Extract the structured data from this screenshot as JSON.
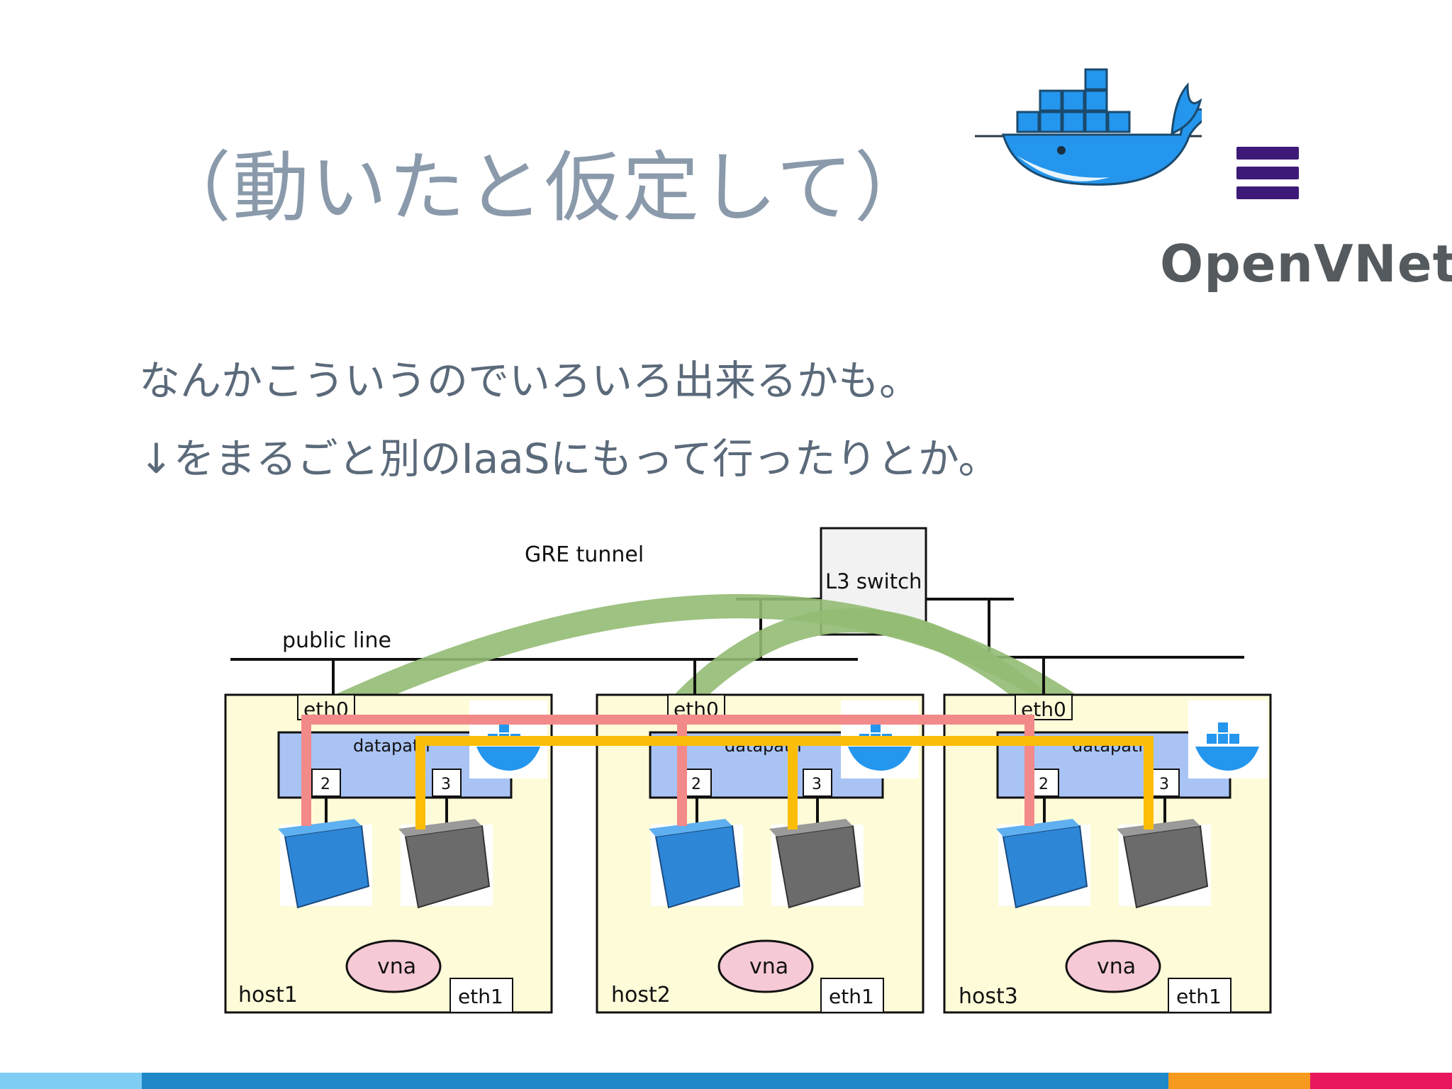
{
  "slide": {
    "title": "（動いたと仮定して）",
    "lines": [
      "なんかこういうのでいろいろ出来るかも。",
      "↓をまるごと別のIaaSにもって行ったりとか。"
    ]
  },
  "logos": {
    "docker_icon": "docker-whale-icon",
    "openvnet_icon": "openvnet-stack-icon",
    "openvnet_text": "OpenVNet"
  },
  "diagram": {
    "gre_label": "GRE tunnel",
    "public_line_label": "public line",
    "l3_switch_label": "L3 switch",
    "hosts": [
      {
        "name": "host1",
        "eth0": "eth0",
        "eth1": "eth1",
        "datapath": "datapath",
        "port_a": "2",
        "port_b": "3",
        "vna": "vna"
      },
      {
        "name": "host2",
        "eth0": "eth0",
        "eth1": "eth1",
        "datapath": "datapath",
        "port_a": "2",
        "port_b": "3",
        "vna": "vna"
      },
      {
        "name": "host3",
        "eth0": "eth0",
        "eth1": "eth1",
        "datapath": "datapath",
        "port_a": "2",
        "port_b": "3",
        "vna": "vna"
      }
    ]
  },
  "colors": {
    "title": "#8a9aab",
    "body_text": "#5b6a7a",
    "host_fill": "#fefbd8",
    "datapath_fill": "#a9c3f5",
    "gre_tunnel": "#93bb73",
    "pink_link": "#f28a8a",
    "yellow_link": "#fbbd08",
    "vna_fill": "#f6c9d6",
    "docker_blue": "#2496ed",
    "openvnet_purple": "#3d1a78",
    "footer": [
      "#7fcdf5",
      "#1e88c9",
      "#f59a1e",
      "#e8175d"
    ]
  }
}
